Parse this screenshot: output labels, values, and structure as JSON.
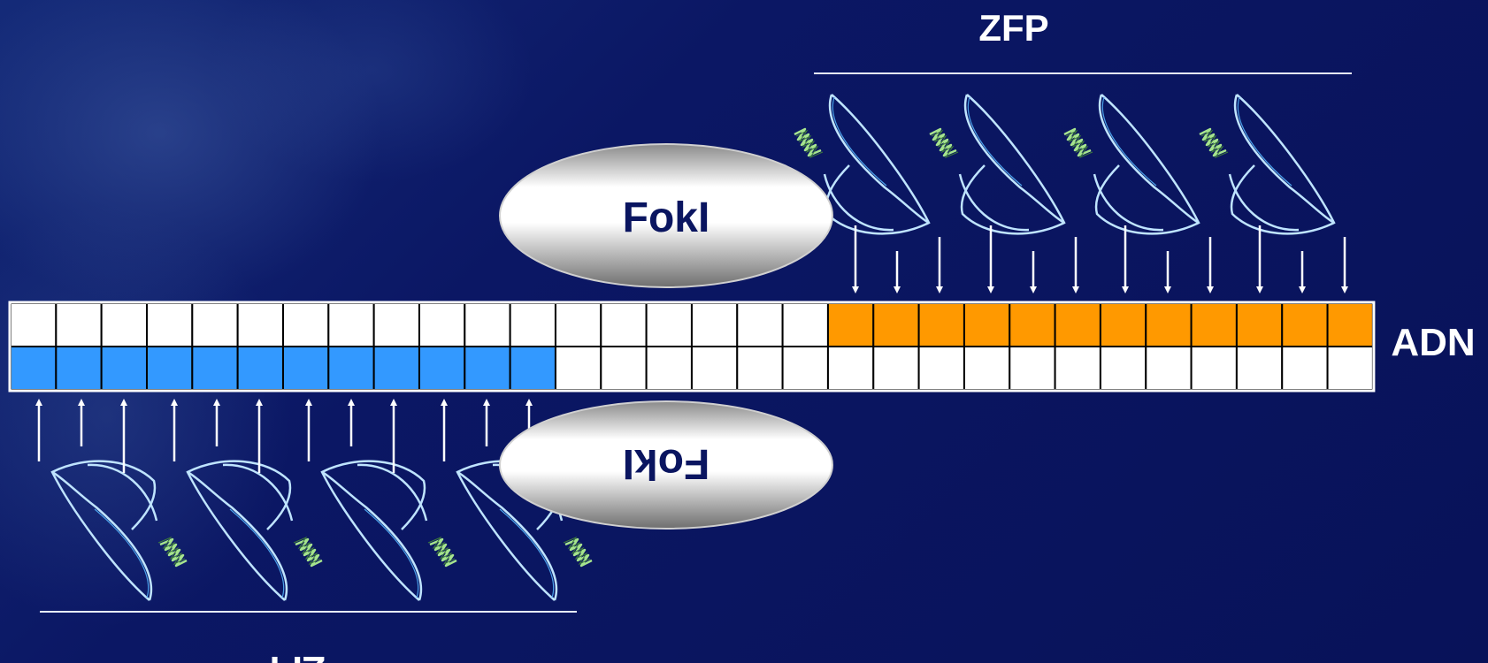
{
  "labels": {
    "zfp_top": "ZFP",
    "zfp_bottom": "ZFP",
    "fokl_top": "FokI",
    "fokl_bottom": "FokI",
    "adn": "ADN"
  },
  "dna": {
    "cells_per_strand": 30,
    "top_strand_highlight": {
      "from": 18,
      "to": 29,
      "color": "#ff9900"
    },
    "bottom_strand_highlight": {
      "from": 0,
      "to": 11,
      "color": "#3399ff"
    },
    "base_color": "#ffffff"
  },
  "colors": {
    "text": "#ffffff",
    "fokl_text": "#0a1560",
    "finger_outline": "#cfe6ff",
    "finger_coil": "#9be08a"
  }
}
